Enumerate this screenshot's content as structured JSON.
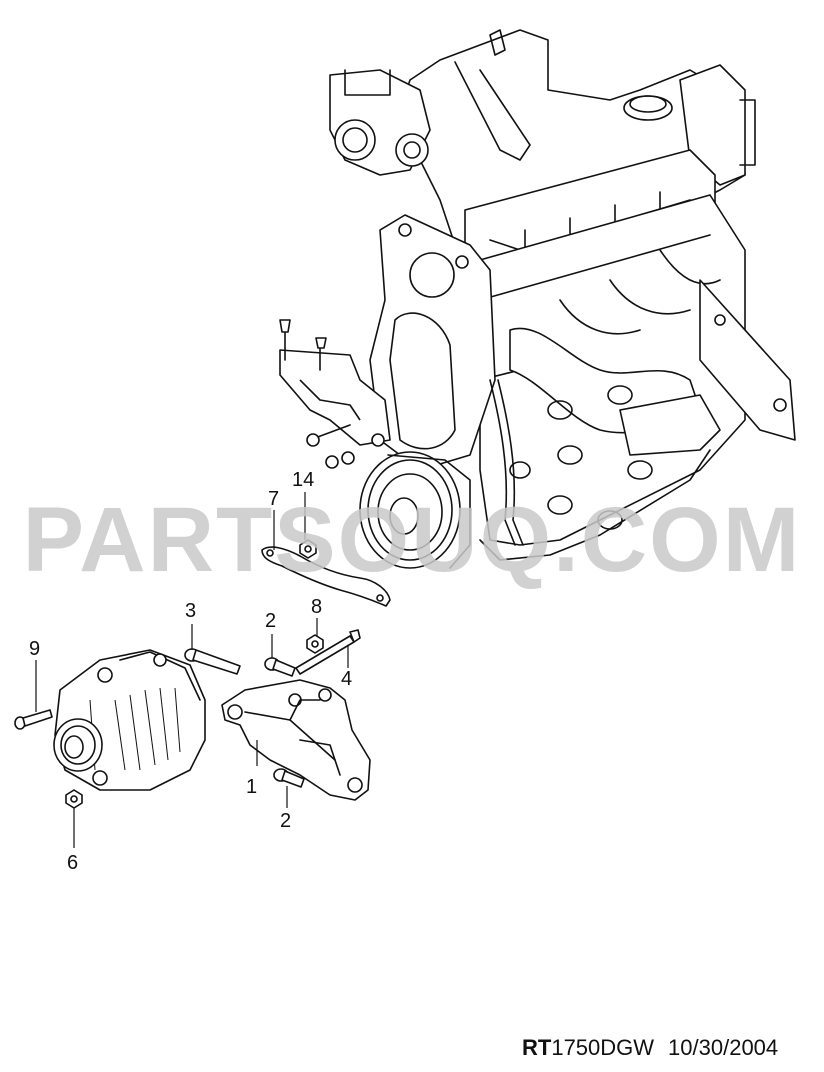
{
  "watermark": "PARTSOUQ.COM",
  "callouts": {
    "c1": "1",
    "c2a": "2",
    "c2b": "2",
    "c3": "3",
    "c4": "4",
    "c6": "6",
    "c7": "7",
    "c8": "8",
    "c9": "9",
    "c14": "14"
  },
  "footer": {
    "code_prefix": "RT",
    "code_rest": "1750DGW",
    "date": "10/30/2004"
  }
}
